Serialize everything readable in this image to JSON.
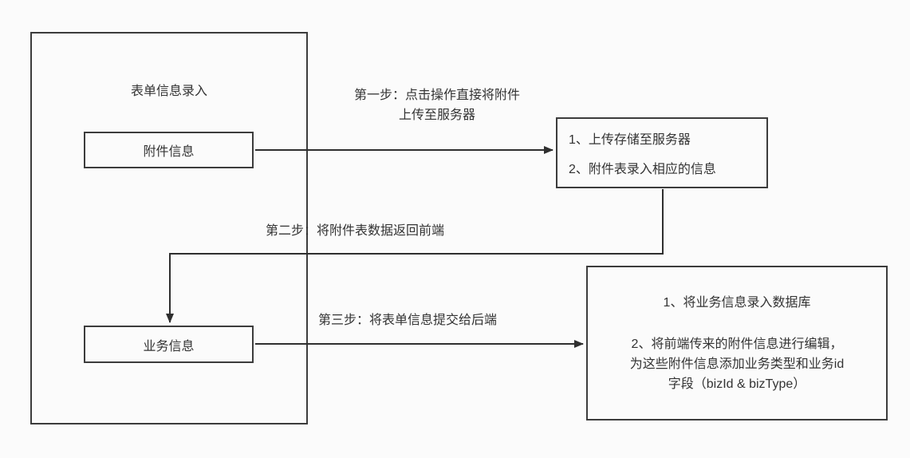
{
  "diagram": {
    "form_container": {
      "title": "表单信息录入"
    },
    "attachment_box": {
      "label": "附件信息"
    },
    "business_box": {
      "label": "业务信息"
    },
    "server_box": {
      "line1": "1、上传存储至服务器",
      "line2": "2、附件表录入相应的信息"
    },
    "backend_box": {
      "line1": "1、将业务信息录入数据库",
      "line2": "2、将前端传来的附件信息进行编辑，",
      "line3": "为这些附件信息添加业务类型和业务id",
      "line4": "字段（bizId & bizType）"
    },
    "edges": {
      "step1_label_line1": "第一步：点击操作直接将附件",
      "step1_label_line2": "上传至服务器",
      "step2_label": "第二步：将附件表数据返回前端",
      "step3_label": "第三步：将表单信息提交给后端"
    },
    "colors": {
      "stroke": "#3c3c3c",
      "arrow": "#2f2f2f",
      "text": "#333333",
      "background": "#fbfbfb"
    }
  }
}
